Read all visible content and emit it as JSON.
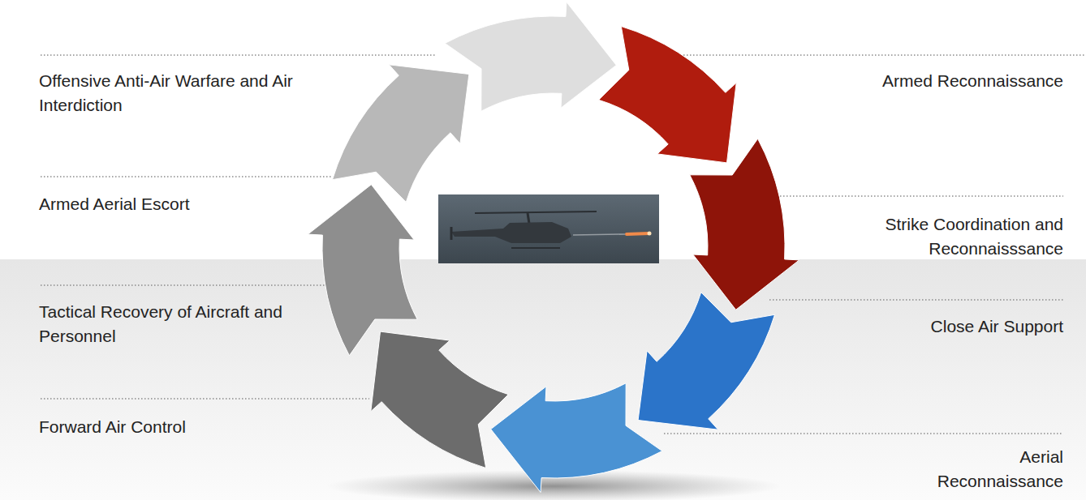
{
  "diagram": {
    "labels": [
      "Offensive Anti-Air Warfare and Air Interdiction",
      "Armed Reconnaissance",
      "Armed Aerial Escort",
      "Strike Coordination and Reconnaisssance",
      "Tactical Recovery of Aircraft and Personnel",
      "Close Air Support",
      "Forward Air Control",
      "Aerial Reconnaissance"
    ]
  }
}
